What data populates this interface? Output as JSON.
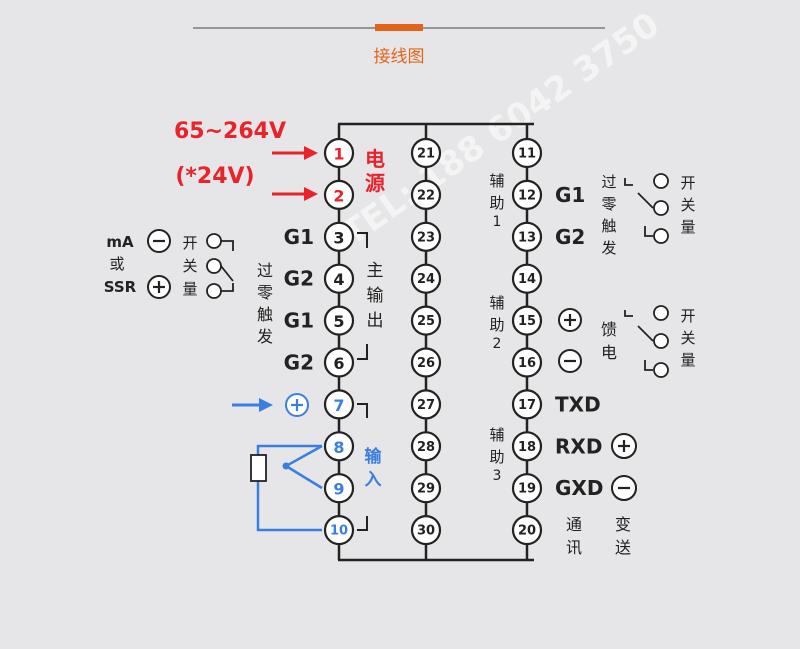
{
  "title": "接线图",
  "watermark": "TEL: 188 6042 3750",
  "power": {
    "voltage": "65~264V",
    "voltage_alt": "(*24V)",
    "label": [
      "电",
      "源"
    ]
  },
  "left_block": {
    "signal_label": "mA",
    "or_label": "或",
    "ssr_label": "SSR",
    "switch_label": [
      "开",
      "关",
      "量"
    ],
    "zero_cross": [
      "过",
      "零",
      "触",
      "发"
    ],
    "main_output": [
      "主",
      "输",
      "出"
    ]
  },
  "input_label": [
    "输",
    "入"
  ],
  "aux1": {
    "label": [
      "辅",
      "助",
      "1"
    ],
    "zero_cross": [
      "过",
      "零",
      "触",
      "发"
    ],
    "switch_label": [
      "开",
      "关",
      "量"
    ]
  },
  "aux2": {
    "label": [
      "辅",
      "助",
      "2"
    ],
    "feedback": [
      "馈",
      "电"
    ],
    "switch_label": [
      "开",
      "关",
      "量"
    ]
  },
  "aux3": {
    "label": [
      "辅",
      "助",
      "3"
    ]
  },
  "comm": {
    "label": [
      "通",
      "讯"
    ]
  },
  "transmit": {
    "label": [
      "变",
      "送"
    ]
  },
  "symbols": {
    "plus": "+",
    "minus": "−"
  },
  "terminals_left": [
    {
      "num": "1",
      "tag": ""
    },
    {
      "num": "2",
      "tag": ""
    },
    {
      "num": "3",
      "tag": "G1"
    },
    {
      "num": "4",
      "tag": "G2"
    },
    {
      "num": "5",
      "tag": "G1"
    },
    {
      "num": "6",
      "tag": "G2"
    },
    {
      "num": "7",
      "tag": ""
    },
    {
      "num": "8",
      "tag": ""
    },
    {
      "num": "9",
      "tag": ""
    },
    {
      "num": "10",
      "tag": ""
    }
  ],
  "terminals_middle": [
    "21",
    "22",
    "23",
    "24",
    "25",
    "26",
    "27",
    "28",
    "29",
    "30"
  ],
  "terminals_right": [
    {
      "num": "11",
      "tag": ""
    },
    {
      "num": "12",
      "tag": "G1"
    },
    {
      "num": "13",
      "tag": "G2"
    },
    {
      "num": "14",
      "tag": ""
    },
    {
      "num": "15",
      "tag": ""
    },
    {
      "num": "16",
      "tag": ""
    },
    {
      "num": "17",
      "tag": "TXD"
    },
    {
      "num": "18",
      "tag": "RXD"
    },
    {
      "num": "19",
      "tag": "GXD"
    },
    {
      "num": "20",
      "tag": ""
    }
  ],
  "colors": {
    "accent": "#e2641a",
    "red": "#e8232a",
    "blue": "#3a7fe0",
    "line": "#222222",
    "bg": "#e6e6e8"
  }
}
